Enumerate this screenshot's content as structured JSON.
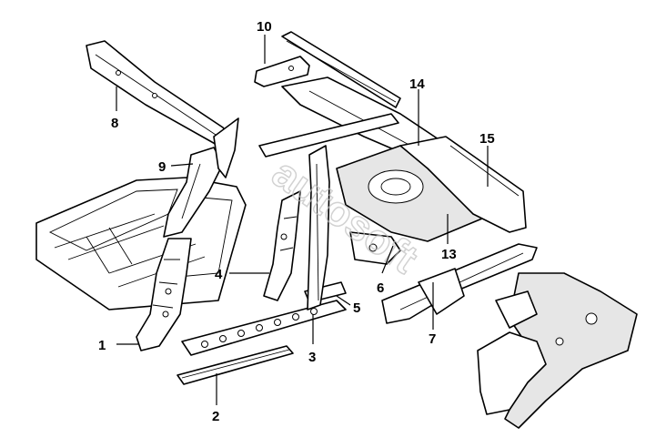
{
  "watermark": "autosoft",
  "callouts": {
    "c1": "1",
    "c2": "2",
    "c3": "3",
    "c4": "4",
    "c5": "5",
    "c6": "6",
    "c7": "7",
    "c8": "8",
    "c9": "9",
    "c10": "10",
    "c13": "13",
    "c14": "14",
    "c15": "15"
  },
  "colors": {
    "line": "#000000",
    "background": "#ffffff",
    "watermark": "#bfbfbf"
  }
}
